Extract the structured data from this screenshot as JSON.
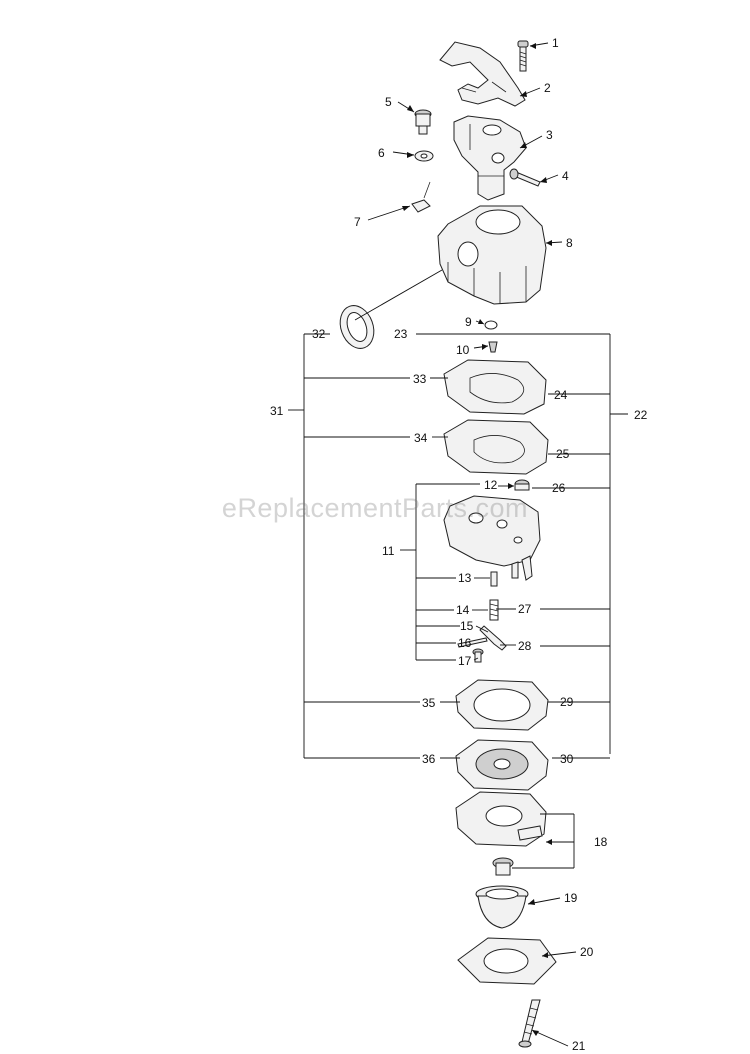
{
  "watermark": "eReplacementParts.com",
  "callouts": [
    "1",
    "2",
    "3",
    "4",
    "5",
    "6",
    "7",
    "8",
    "9",
    "10",
    "11",
    "12",
    "13",
    "14",
    "15",
    "16",
    "17",
    "18",
    "19",
    "20",
    "21",
    "22",
    "23",
    "24",
    "25",
    "26",
    "27",
    "28",
    "29",
    "30",
    "31",
    "32",
    "33",
    "34",
    "35",
    "36"
  ],
  "line_color": "#111111"
}
